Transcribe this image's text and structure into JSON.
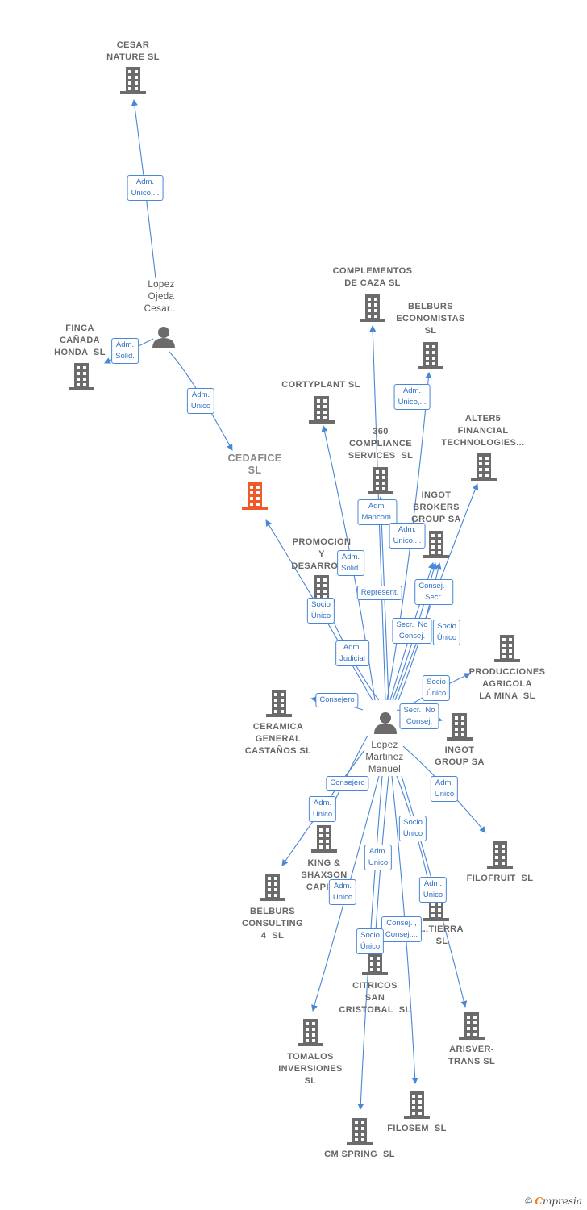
{
  "colors": {
    "edge": "#4a86d6",
    "company": "#6b6b6b",
    "focus": "#f05a28",
    "person": "#6b6b6b"
  },
  "nodes": [
    {
      "id": "cesar_nature",
      "type": "company",
      "label": "CESAR\nNATURE SL"
    },
    {
      "id": "lopez_ojeda",
      "type": "person",
      "label": "Lopez\nOjeda\nCesar..."
    },
    {
      "id": "finca_canada",
      "type": "company",
      "label": "FINCA\nCAÑADA\nHONDA  SL"
    },
    {
      "id": "cedafice",
      "type": "company",
      "focus": true,
      "label": "CEDAFICE\nSL"
    },
    {
      "id": "complementos",
      "type": "company",
      "label": "COMPLEMENTOS\nDE CAZA SL"
    },
    {
      "id": "belburs_econ",
      "type": "company",
      "label": "BELBURS\nECONOMISTAS\nSL"
    },
    {
      "id": "cortyplant",
      "type": "company",
      "label": "CORTYPLANT SL"
    },
    {
      "id": "compliance360",
      "type": "company",
      "label": "360\nCOMPLIANCE\nSERVICES  SL"
    },
    {
      "id": "alter5",
      "type": "company",
      "label": "ALTER5\nFINANCIAL\nTECHNOLOGIES..."
    },
    {
      "id": "ingot_brokers",
      "type": "company",
      "label": "INGOT\nBROKERS\nGROUP SA"
    },
    {
      "id": "promocion",
      "type": "company",
      "label": "PROMOCION\nY\nDESARROL..."
    },
    {
      "id": "producciones",
      "type": "company",
      "label": "PRODUCCIONES\nAGRICOLA\nLA MINA  SL"
    },
    {
      "id": "ceramica",
      "type": "company",
      "label": "CERAMICA\nGENERAL\nCASTAÑOS SL"
    },
    {
      "id": "lopez_martinez",
      "type": "person",
      "label": "Lopez\nMartinez\nManuel"
    },
    {
      "id": "ingot_group",
      "type": "company",
      "label": "INGOT\nGROUP SA"
    },
    {
      "id": "king_shaxson",
      "type": "company",
      "label": "KING &\nSHAXSON\nCAPIT..."
    },
    {
      "id": "filofruit",
      "type": "company",
      "label": "FILOFRUIT  SL"
    },
    {
      "id": "belburs_cons",
      "type": "company",
      "label": "BELBURS\nCONSULTING\n4  SL"
    },
    {
      "id": "tierra",
      "type": "company",
      "label": "...TIERRA\nSL"
    },
    {
      "id": "citricos",
      "type": "company",
      "label": "CITRICOS\nSAN\nCRISTOBAL  SL"
    },
    {
      "id": "tomalos",
      "type": "company",
      "label": "TOMALOS\nINVERSIONES\nSL"
    },
    {
      "id": "arisver",
      "type": "company",
      "label": "ARISVER-\nTRANS SL"
    },
    {
      "id": "filosem",
      "type": "company",
      "label": "FILOSEM  SL"
    },
    {
      "id": "cm_spring",
      "type": "company",
      "label": "CM SPRING  SL"
    }
  ],
  "edges": [
    {
      "from": "lopez_ojeda",
      "to": "cesar_nature",
      "label": "Adm.\nUnico,..."
    },
    {
      "from": "lopez_ojeda",
      "to": "finca_canada",
      "label": "Adm.\nSolid."
    },
    {
      "from": "lopez_ojeda",
      "to": "cedafice",
      "label": "Adm.\nUnico"
    },
    {
      "from": "lopez_martinez",
      "to": "cedafice",
      "label": "Socio\nÚnico"
    },
    {
      "from": "lopez_martinez",
      "to": "complementos",
      "label": "Adm.\nMancom."
    },
    {
      "from": "lopez_martinez",
      "to": "belburs_econ",
      "label": "Adm.\nUnico,..."
    },
    {
      "from": "lopez_martinez",
      "to": "cortyplant",
      "label": "Adm.\nSolid."
    },
    {
      "from": "lopez_martinez",
      "to": "compliance360",
      "label": "Represent."
    },
    {
      "from": "lopez_martinez",
      "to": "alter5",
      "label": "Consej. ,\nSecr."
    },
    {
      "from": "lopez_martinez",
      "to": "ingot_brokers",
      "label": "Adm.\nUnico,..."
    },
    {
      "from": "lopez_martinez",
      "to": "ingot_brokers",
      "label": "Secr.  No\nConsej."
    },
    {
      "from": "lopez_martinez",
      "to": "ingot_brokers",
      "label": "Socio\nÚnico"
    },
    {
      "from": "lopez_martinez",
      "to": "promocion",
      "label": "Adm.\nJudicial"
    },
    {
      "from": "lopez_martinez",
      "to": "producciones",
      "label": "Socio\nÚnico"
    },
    {
      "from": "lopez_martinez",
      "to": "ceramica",
      "label": "Consejero"
    },
    {
      "from": "lopez_martinez",
      "to": "ingot_group",
      "label": "Secr.  No\nConsej."
    },
    {
      "from": "lopez_martinez",
      "to": "king_shaxson",
      "label": "Consejero"
    },
    {
      "from": "lopez_martinez",
      "to": "belburs_cons",
      "label": "Adm.\nUnico"
    },
    {
      "from": "lopez_martinez",
      "to": "filofruit",
      "label": "Adm.\nUnico"
    },
    {
      "from": "lopez_martinez",
      "to": "tierra",
      "label": "Socio\nÚnico"
    },
    {
      "from": "lopez_martinez",
      "to": "citricos",
      "label": "Adm.\nUnico"
    },
    {
      "from": "lopez_martinez",
      "to": "tomalos",
      "label": "Adm.\nUnico"
    },
    {
      "from": "lopez_martinez",
      "to": "arisver",
      "label": "Adm.\nUnico"
    },
    {
      "from": "lopez_martinez",
      "to": "filosem",
      "label": "Consej. ,\nConsej...."
    },
    {
      "from": "lopez_martinez",
      "to": "cm_spring",
      "label": "Socio\nÚnico"
    }
  ],
  "footer": {
    "copyright": "©",
    "brand_initial": "C",
    "brand_rest": "mpresia"
  }
}
